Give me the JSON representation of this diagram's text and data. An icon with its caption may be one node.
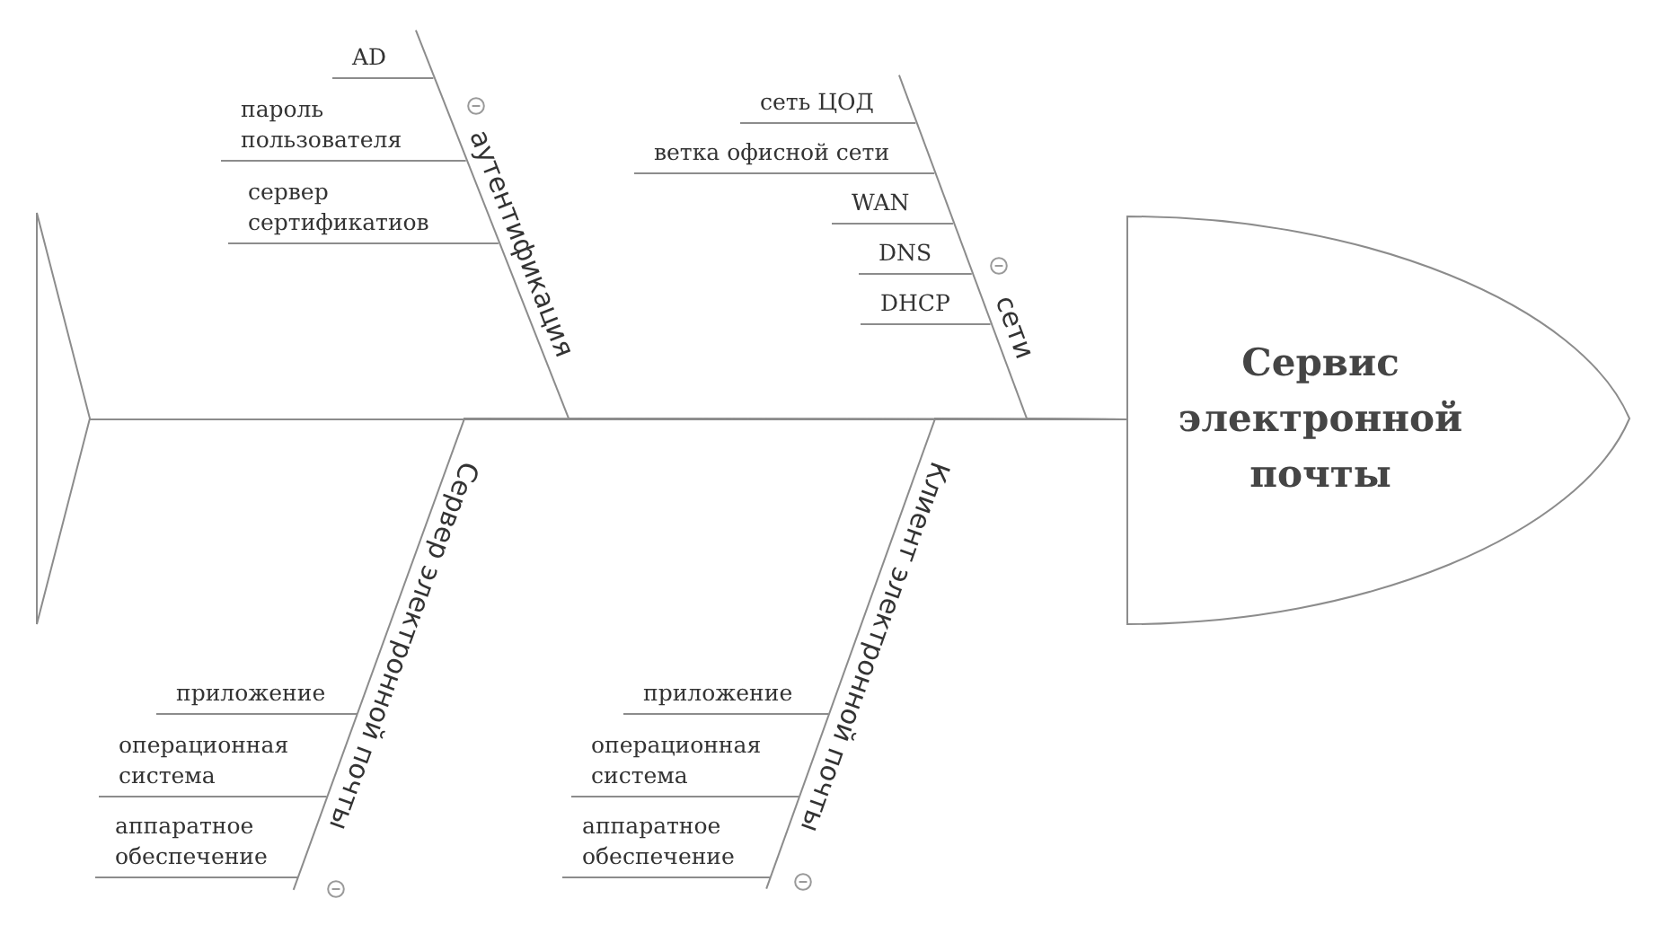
{
  "diagram": {
    "nodes": [
      {
        "text": [
          "аутентификация"
        ]
      },
      {
        "text": [
          "AD"
        ]
      },
      {
        "text": [
          "пароль пользователя"
        ]
      },
      {
        "text": [
          "сервер сертификатиов"
        ]
      },
      {
        "text": [
          "сети"
        ]
      },
      {
        "text": [
          "сеть ЦОД"
        ]
      },
      {
        "text": [
          "ветка офисной сети"
        ]
      },
      {
        "text": [
          "WAN"
        ]
      },
      {
        "text": [
          "DNS"
        ]
      },
      {
        "text": [
          "DHCP"
        ]
      },
      {
        "text": [],
        "shape": "triangle"
      },
      {
        "text": [
          "Сервис электронной почты"
        ]
      },
      {
        "text": [
          "Сервер электронной почты"
        ]
      },
      {
        "text": [
          "приложение"
        ]
      },
      {
        "text": [
          "операционная система"
        ]
      },
      {
        "text": [
          "аппаратное обеспечение"
        ]
      },
      {
        "text": [
          "Клиент электронной почты"
        ]
      },
      {
        "text": [
          "приложение"
        ]
      },
      {
        "text": [
          "операционная система"
        ]
      },
      {
        "text": [
          "аппаратное обеспечение"
        ]
      }
    ],
    "edges": [
      {
        "from": 10,
        "to": 11,
        "arrow": "none"
      },
      {
        "from": 0,
        "to": 11,
        "arrow": "none"
      },
      {
        "from": 4,
        "to": 11,
        "arrow": "none"
      },
      {
        "from": 12,
        "to": 11,
        "arrow": "none"
      },
      {
        "from": 16,
        "to": 11,
        "arrow": "none"
      },
      {
        "from": 1,
        "to": 0,
        "arrow": "none"
      },
      {
        "from": 2,
        "to": 0,
        "arrow": "none"
      },
      {
        "from": 3,
        "to": 0,
        "arrow": "none"
      },
      {
        "from": 5,
        "to": 4,
        "arrow": "none"
      },
      {
        "from": 6,
        "to": 4,
        "arrow": "none"
      },
      {
        "from": 7,
        "to": 4,
        "arrow": "none"
      },
      {
        "from": 8,
        "to": 4,
        "arrow": "none"
      },
      {
        "from": 9,
        "to": 4,
        "arrow": "none"
      },
      {
        "from": 13,
        "to": 12,
        "arrow": "none"
      },
      {
        "from": 14,
        "to": 12,
        "arrow": "none"
      },
      {
        "from": 15,
        "to": 12,
        "arrow": "none"
      },
      {
        "from": 17,
        "to": 16,
        "arrow": "none"
      },
      {
        "from": 18,
        "to": 16,
        "arrow": "none"
      },
      {
        "from": 19,
        "to": 16,
        "arrow": "none"
      }
    ]
  }
}
